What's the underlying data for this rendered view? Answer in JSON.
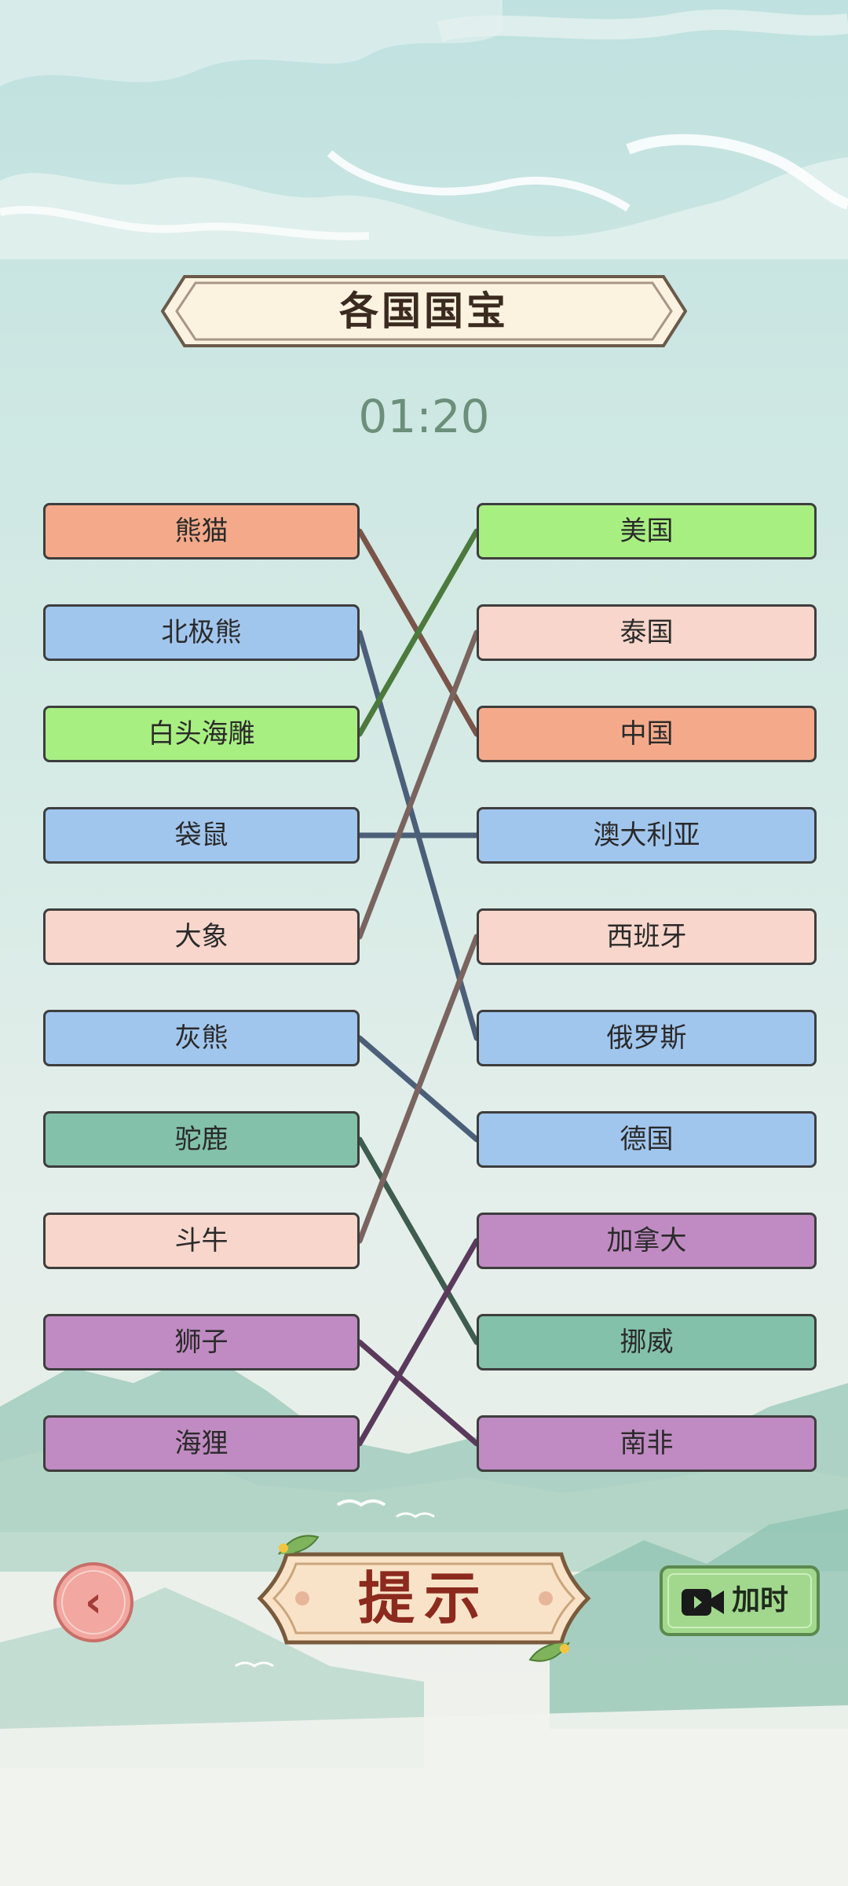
{
  "game": {
    "title": "各国国宝",
    "timer": "01:20"
  },
  "colors": {
    "orange": "#f4aa8a",
    "blue": "#a1c6ee",
    "green": "#a8ef82",
    "pink": "#f8d6cb",
    "teal": "#83c1ab",
    "purple": "#c08bc2"
  },
  "left_items": [
    {
      "label": "熊猫",
      "color": "#f4aa8a"
    },
    {
      "label": "北极熊",
      "color": "#a1c6ee"
    },
    {
      "label": "白头海雕",
      "color": "#a8ef82"
    },
    {
      "label": "袋鼠",
      "color": "#a1c6ee"
    },
    {
      "label": "大象",
      "color": "#f8d6cb"
    },
    {
      "label": "灰熊",
      "color": "#a1c6ee"
    },
    {
      "label": "驼鹿",
      "color": "#83c1ab"
    },
    {
      "label": "斗牛",
      "color": "#f8d6cb"
    },
    {
      "label": "狮子",
      "color": "#c08bc2"
    },
    {
      "label": "海狸",
      "color": "#c08bc2"
    }
  ],
  "right_items": [
    {
      "label": "美国",
      "color": "#a8ef82"
    },
    {
      "label": "泰国",
      "color": "#f8d6cb"
    },
    {
      "label": "中国",
      "color": "#f4aa8a"
    },
    {
      "label": "澳大利亚",
      "color": "#a1c6ee"
    },
    {
      "label": "西班牙",
      "color": "#f8d6cb"
    },
    {
      "label": "俄罗斯",
      "color": "#a1c6ee"
    },
    {
      "label": "德国",
      "color": "#a1c6ee"
    },
    {
      "label": "加拿大",
      "color": "#c08bc2"
    },
    {
      "label": "挪威",
      "color": "#83c1ab"
    },
    {
      "label": "南非",
      "color": "#c08bc2"
    }
  ],
  "connections": [
    {
      "from": 0,
      "to": 2,
      "color": "#7a5449"
    },
    {
      "from": 1,
      "to": 5,
      "color": "#4b5f78"
    },
    {
      "from": 2,
      "to": 0,
      "color": "#4b7a3c"
    },
    {
      "from": 3,
      "to": 3,
      "color": "#4b5f78"
    },
    {
      "from": 4,
      "to": 1,
      "color": "#7a6460"
    },
    {
      "from": 5,
      "to": 6,
      "color": "#4b5f78"
    },
    {
      "from": 6,
      "to": 8,
      "color": "#3e5c50"
    },
    {
      "from": 7,
      "to": 4,
      "color": "#7a6460"
    },
    {
      "from": 8,
      "to": 9,
      "color": "#5a3a5c"
    },
    {
      "from": 9,
      "to": 7,
      "color": "#5a3a5c"
    }
  ],
  "buttons": {
    "back_icon": "chevron-left-icon",
    "hint_label": "提示",
    "add_time_label": "加时",
    "add_time_icon": "video-camera-icon"
  }
}
